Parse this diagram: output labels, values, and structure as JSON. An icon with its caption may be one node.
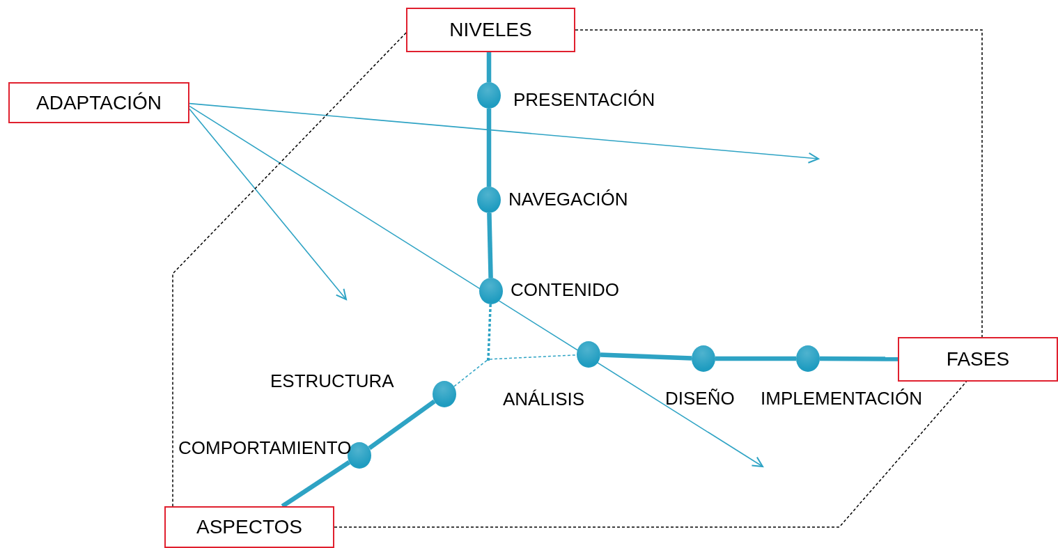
{
  "diagram": {
    "nodes": [
      {
        "text": [
          "NIVELES"
        ]
      },
      {
        "text": [
          "ADAPTACIÓN"
        ]
      },
      {
        "text": [
          "FASES"
        ]
      },
      {
        "text": [
          "ASPECTOS"
        ]
      },
      {
        "text": [],
        "shape": "circle",
        "beside": [
          "PRESENTACIÓN"
        ]
      },
      {
        "text": [],
        "shape": "circle",
        "beside": [
          "NAVEGACIÓN"
        ]
      },
      {
        "text": [],
        "shape": "circle",
        "beside": [
          "CONTENIDO"
        ]
      },
      {
        "text": [],
        "shape": "circle",
        "beside": [
          "ANÁLISIS"
        ]
      },
      {
        "text": [],
        "shape": "circle",
        "beside": [
          "DISEÑO"
        ]
      },
      {
        "text": [],
        "shape": "circle",
        "beside": [
          "IMPLEMENTACIÓN"
        ]
      },
      {
        "text": [],
        "shape": "circle",
        "beside": [
          "ESTRUCTURA"
        ]
      },
      {
        "text": [],
        "shape": "circle",
        "beside": [
          "COMPORTAMIENTO"
        ]
      },
      {
        "text": [],
        "shape": "dot"
      }
    ],
    "edges": [
      {
        "from": 0,
        "to": 4,
        "arrow": "none",
        "style": "thick"
      },
      {
        "from": 4,
        "to": 5,
        "arrow": "none",
        "style": "thick"
      },
      {
        "from": 5,
        "to": 6,
        "arrow": "none",
        "style": "thick"
      },
      {
        "from": 6,
        "to": 12,
        "arrow": "none",
        "style": "dashed"
      },
      {
        "from": 12,
        "to": 7,
        "arrow": "none",
        "style": "dashed"
      },
      {
        "from": 12,
        "to": 10,
        "arrow": "none",
        "style": "dashed"
      },
      {
        "from": 7,
        "to": 8,
        "arrow": "none",
        "style": "thick"
      },
      {
        "from": 8,
        "to": 9,
        "arrow": "none",
        "style": "thick"
      },
      {
        "from": 9,
        "to": 2,
        "arrow": "none",
        "style": "thick"
      },
      {
        "from": 10,
        "to": 11,
        "arrow": "none",
        "style": "thick"
      },
      {
        "from": 11,
        "to": 3,
        "arrow": "none",
        "style": "thick"
      },
      {
        "from": 1,
        "to": null,
        "arrow": "to"
      },
      {
        "from": 1,
        "to": null,
        "arrow": "to"
      },
      {
        "from": 1,
        "to": null,
        "arrow": "to"
      },
      {
        "from": 0,
        "to": 2,
        "arrow": "none",
        "style": "dashed",
        "color": "#000000"
      },
      {
        "from": 0,
        "to": 3,
        "arrow": "none",
        "style": "dashed",
        "color": "#000000"
      },
      {
        "from": 3,
        "to": 2,
        "arrow": "none",
        "style": "dashed",
        "color": "#000000"
      }
    ]
  }
}
